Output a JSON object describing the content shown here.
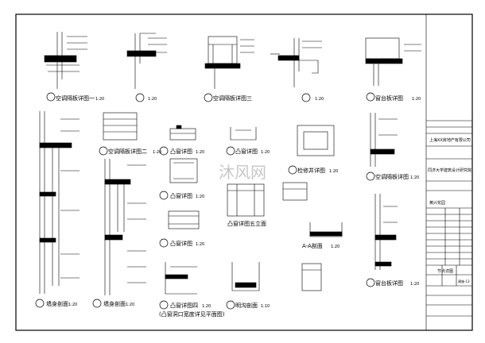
{
  "details": {
    "d1": "空调隔板详图一",
    "d1_scale": "1:20",
    "d2_scale": "1:20",
    "d3": "空调隔板详图三",
    "d4_scale": "1:20",
    "d5": "窗台板详图",
    "d5_scale": "1:20",
    "d6": "空调隔板详图二",
    "d6_scale": "1:20",
    "d7": "凸窗详图",
    "d7_scale": "1:20",
    "d8": "凸窗详图",
    "d8_scale": "1:20",
    "d9": "凸窗详图",
    "d9_scale": "1:20",
    "d10": "凸窗详图",
    "d10_scale": "1:20",
    "d11": "检修井详图",
    "d11_scale": "1:20",
    "d12": "空调隔板详图",
    "d12_scale": "1:20",
    "d13": "凸窗详图五立面",
    "d14": "A-A剖面",
    "d14_scale": "1:20",
    "d15": "墙身剖面",
    "d15_scale": "1:20",
    "d16": "墙身剖面",
    "d16_scale": "1:20",
    "d17": "凸窗详图四",
    "d17_scale": "1:20",
    "d17_note": "(凸窗洞口宽度详见平面图)",
    "d18": "明沟剖面",
    "d18_scale": "1:10",
    "d19": "窗台板详图",
    "d19_scale": "1:20"
  },
  "title_block": {
    "company": "上海XX房地产有限公司",
    "institute": "同济大学建筑设计研究院",
    "project": "黄兴花园",
    "drawing": "节点详图",
    "sheet": "建施-13"
  },
  "watermark": "沐风网",
  "colors": {
    "line": "#000000",
    "paper": "#ffffff"
  }
}
